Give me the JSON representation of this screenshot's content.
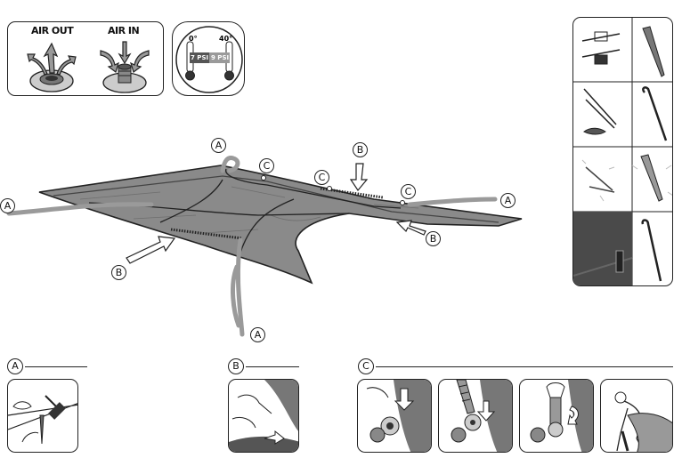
{
  "air_valve": {
    "air_out_label": "AIR OUT",
    "air_in_label": "AIR IN"
  },
  "gauge": {
    "temp_low": "0°",
    "temp_high": "40°",
    "psi_low": "7 PSI",
    "psi_high": "9 PSI"
  },
  "callouts": {
    "anchor_line": "A",
    "seam": "B",
    "valve": "C"
  },
  "steps": {
    "step_a": "A",
    "step_b": "B",
    "step_c": "C"
  },
  "colors": {
    "canvas_gray": "#8a8a8a",
    "rope_gray": "#9a9a9a",
    "outline": "#222222",
    "dark_panel": "#4a4a4a"
  }
}
